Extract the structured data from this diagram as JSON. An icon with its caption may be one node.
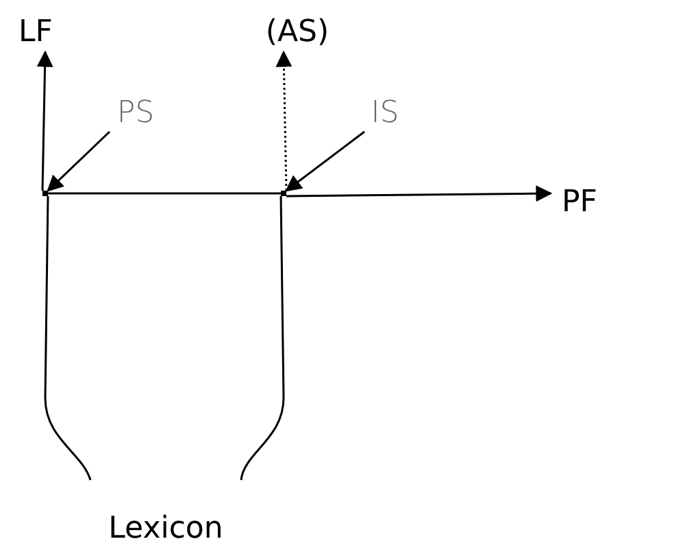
{
  "diagram": {
    "nodes": [
      {
        "text": [
          "LF"
        ]
      },
      {
        "text": [
          "(AS)"
        ]
      },
      {
        "text": [
          "PS"
        ]
      },
      {
        "text": [
          "IS"
        ]
      },
      {
        "text": [
          "PF"
        ]
      },
      {
        "text": [],
        "shape": "point"
      },
      {
        "text": [],
        "shape": "point"
      },
      {
        "text": [
          "Lexicon"
        ]
      }
    ],
    "edges": [
      {
        "from": 7,
        "to": 5,
        "arrow": "none"
      },
      {
        "from": 5,
        "to": 0,
        "arrow": "to"
      },
      {
        "from": 7,
        "to": 6,
        "arrow": "none"
      },
      {
        "from": 6,
        "to": 1,
        "arrow": "to",
        "style": "dashed"
      },
      {
        "from": 5,
        "to": 6,
        "arrow": "none"
      },
      {
        "from": 6,
        "to": 4,
        "arrow": "to"
      },
      {
        "from": 2,
        "to": 5,
        "arrow": "to"
      },
      {
        "from": 3,
        "to": 6,
        "arrow": "to"
      }
    ]
  }
}
